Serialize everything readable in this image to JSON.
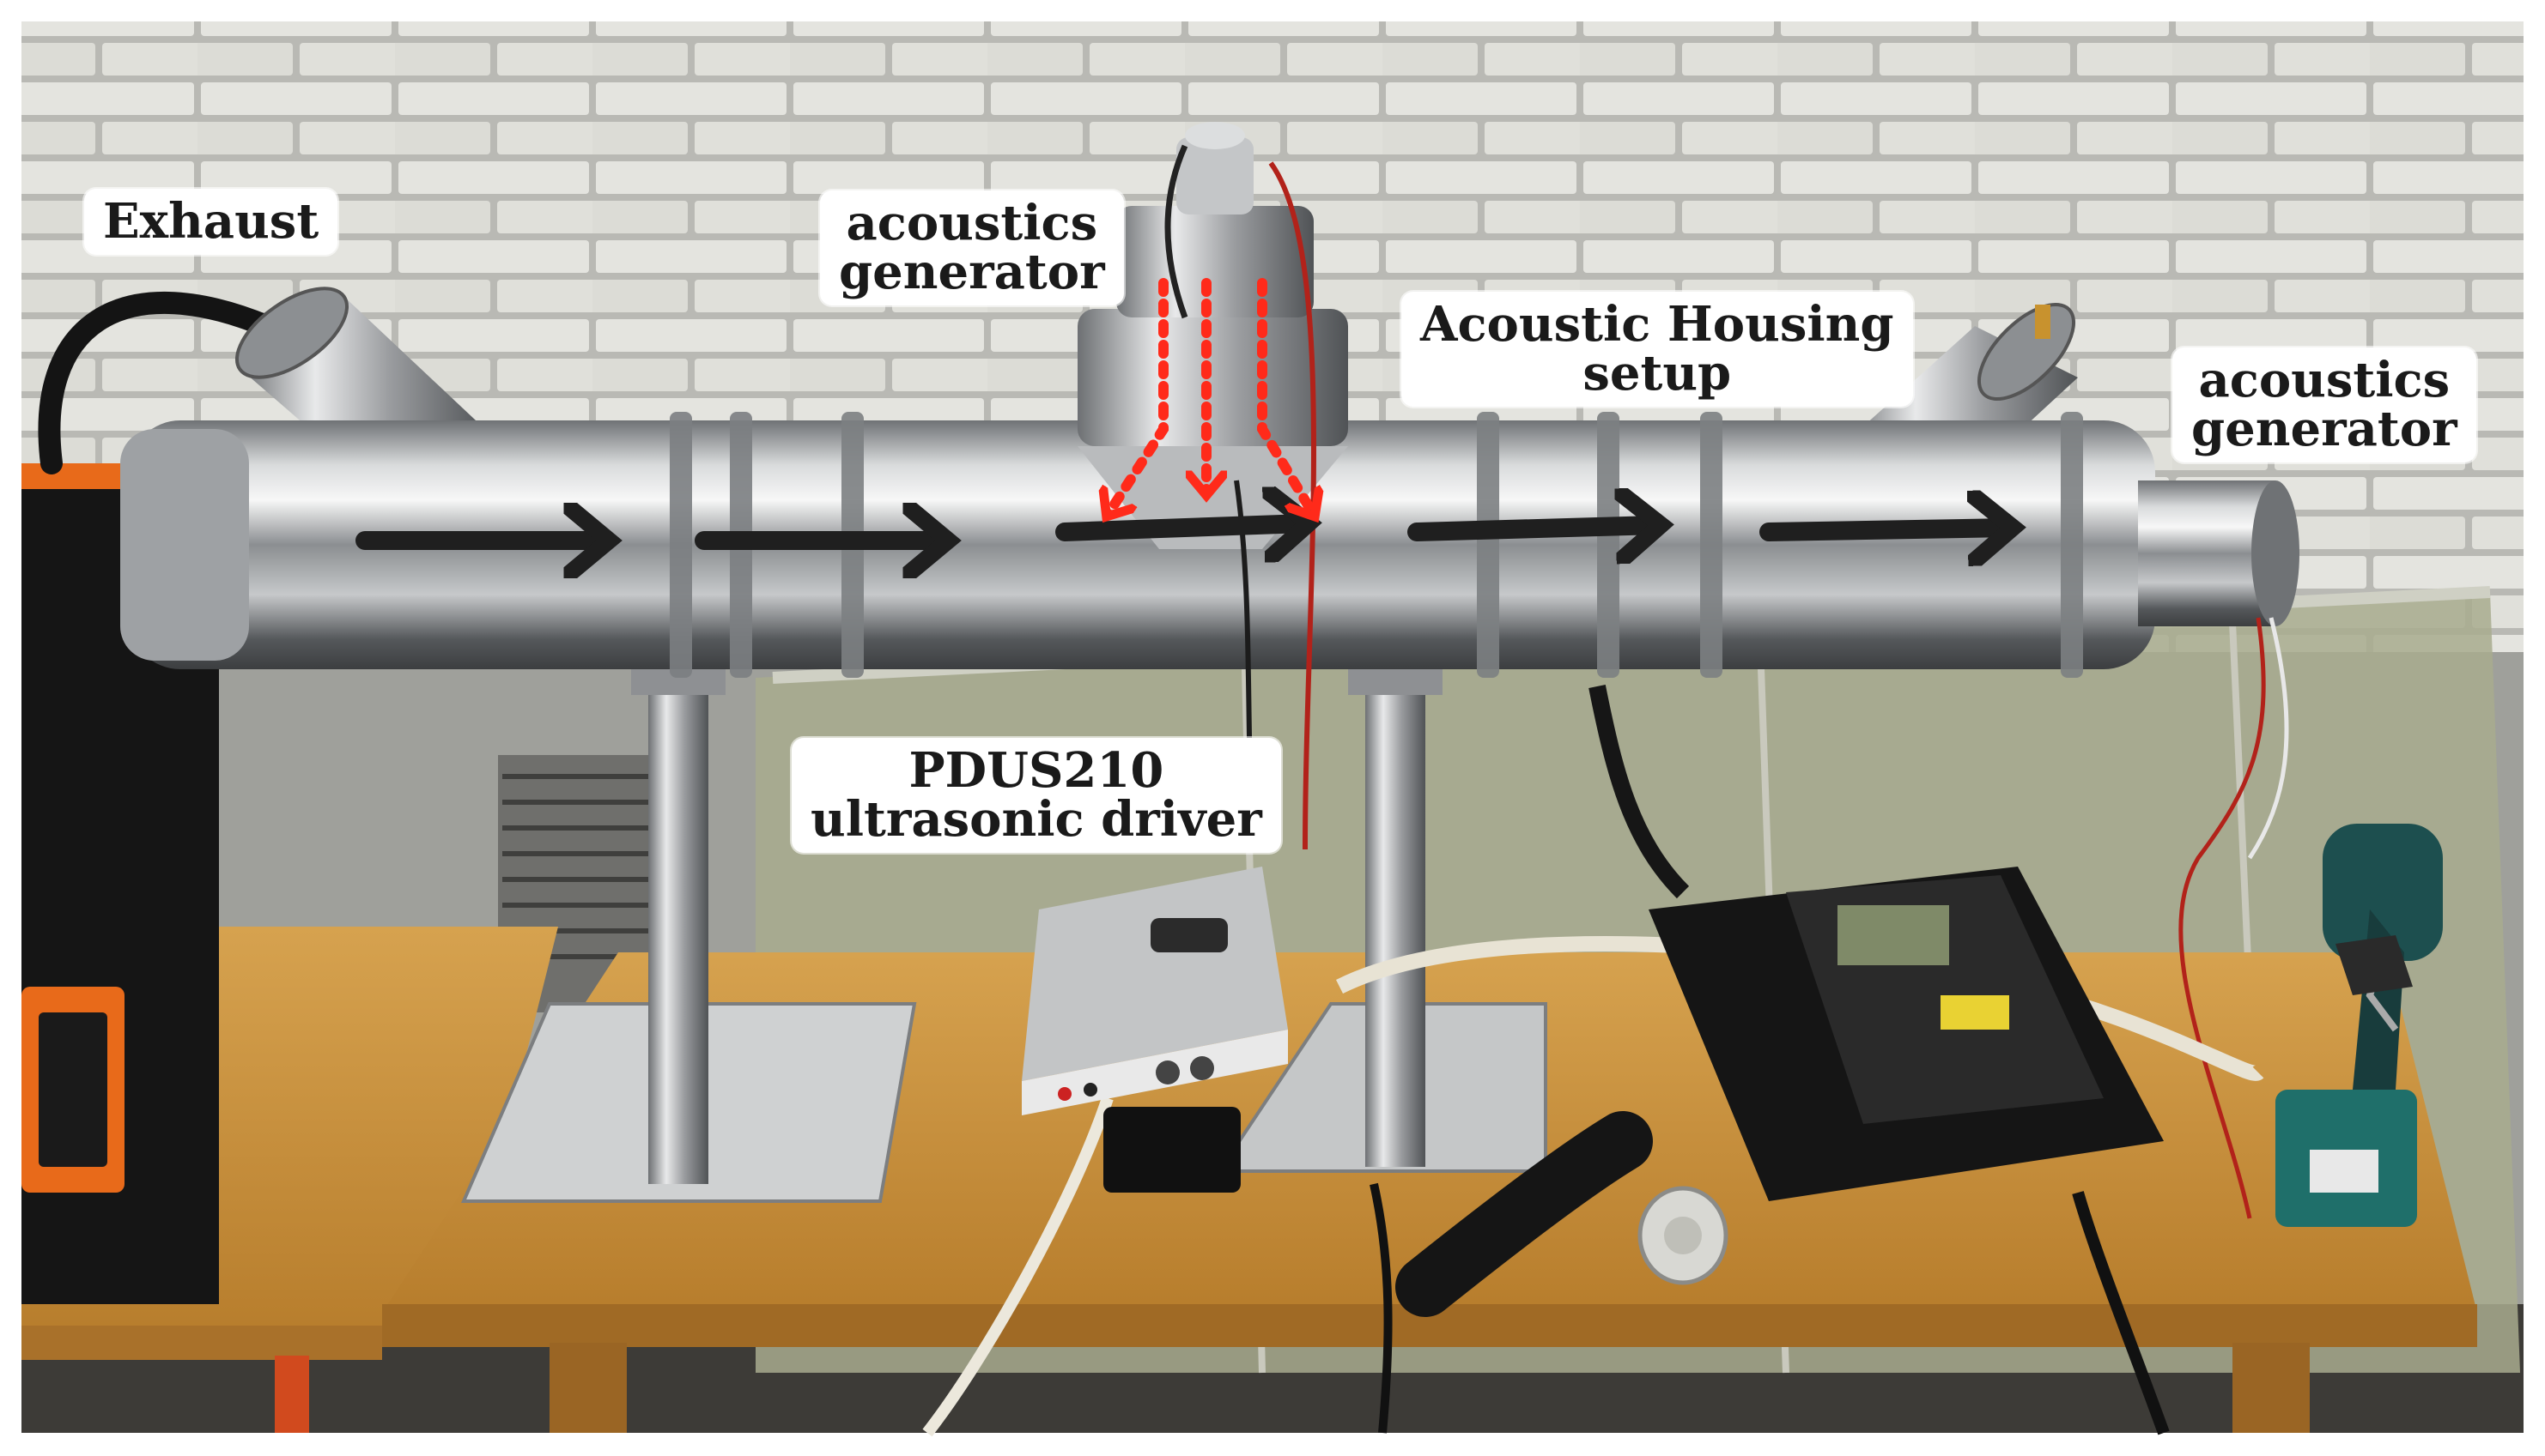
{
  "labels": {
    "exhaust": "Exhaust",
    "acoustics_generator_top": [
      "acoustics",
      "generator"
    ],
    "acoustic_housing": [
      "Acoustic Housing",
      "setup"
    ],
    "acoustics_generator_right": [
      "acoustics",
      "generator"
    ],
    "ultrasonic_driver": [
      "PDUS210",
      "ultrasonic driver"
    ]
  },
  "flow_arrows": {
    "count": 5,
    "color": "#1f1f1f"
  },
  "emission_arrows": {
    "count": 3,
    "color": "#ff2a1a",
    "style": "dotted"
  }
}
